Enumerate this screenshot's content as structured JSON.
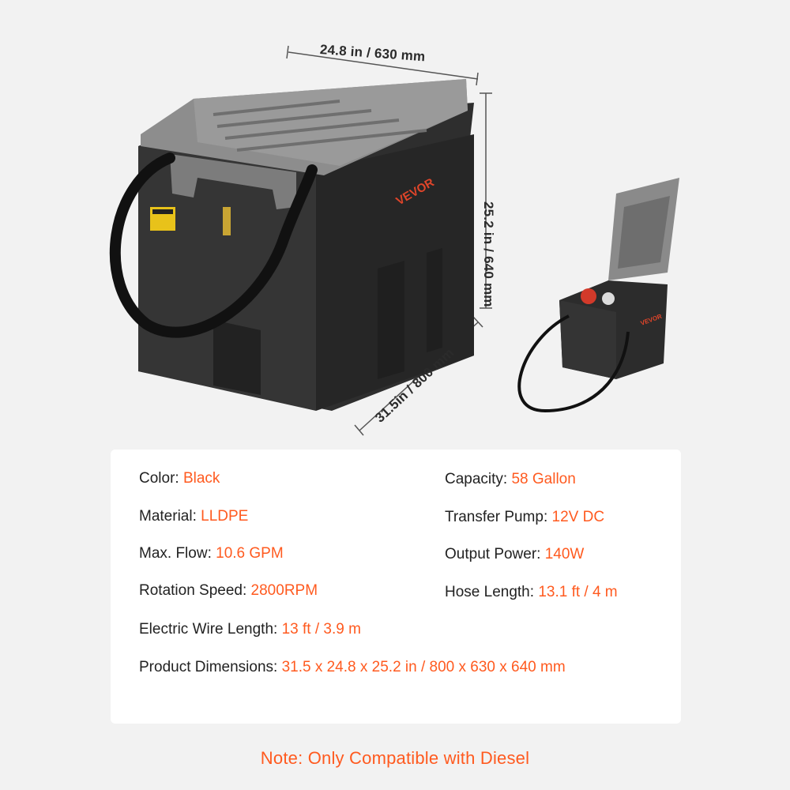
{
  "dimensions": {
    "width": "24.8 in / 630 mm",
    "height": "25.2 in / 640 mm",
    "depth": "31.5in / 800 mm"
  },
  "brand": "VEVOR",
  "colors": {
    "accent": "#ff5a1f",
    "text": "#222222",
    "tank": "#2a2a2a",
    "lid": "#8f8f8f"
  },
  "specs": {
    "color": {
      "label": "Color: ",
      "value": "Black"
    },
    "material": {
      "label": "Material: ",
      "value": " LLDPE"
    },
    "max_flow": {
      "label": "Max. Flow: ",
      "value": "10.6 GPM"
    },
    "rotation_speed": {
      "label": "Rotation Speed: ",
      "value": "2800RPM"
    },
    "wire_length": {
      "label": "Electric Wire Length: ",
      "value": "13 ft / 3.9 m"
    },
    "product_dimensions": {
      "label": "Product Dimensions: ",
      "value": " 31.5 x 24.8 x 25.2 in / 800 x 630 x 640 mm"
    },
    "capacity": {
      "label": "Capacity: ",
      "value": "58 Gallon"
    },
    "transfer_pump": {
      "label": "Transfer Pump: ",
      "value": "12V DC"
    },
    "output_power": {
      "label": "Output Power: ",
      "value": "140W"
    },
    "hose_length": {
      "label": "Hose Length: ",
      "value": "13.1 ft / 4 m"
    }
  },
  "note": "Note: Only Compatible with Diesel"
}
